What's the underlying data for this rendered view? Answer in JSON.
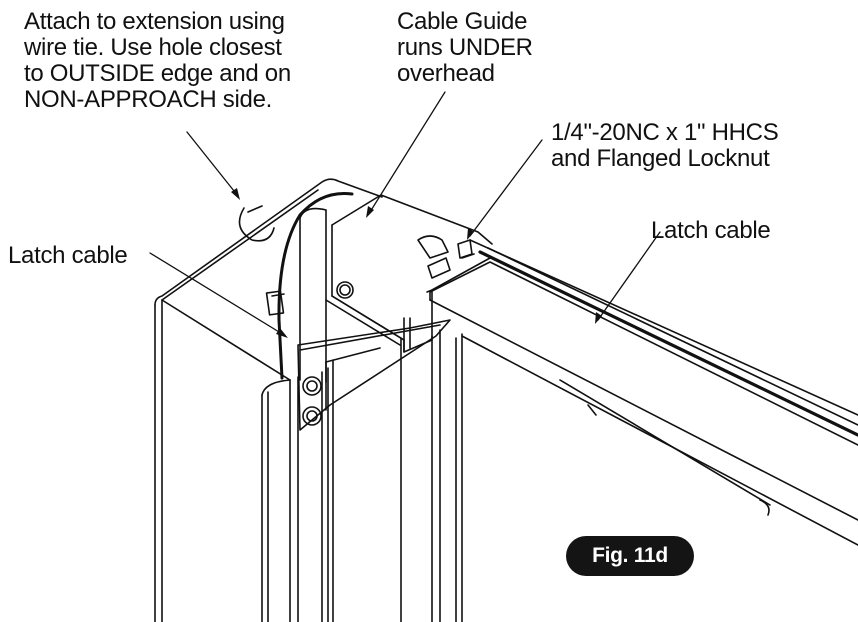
{
  "callouts": {
    "attach": [
      "Attach to extension using",
      "wire tie.  Use hole closest",
      "to OUTSIDE edge and on",
      "NON-APPROACH side."
    ],
    "cable_guide": [
      "Cable Guide",
      "runs UNDER",
      "overhead"
    ],
    "hardware": [
      "1/4\"-20NC x 1\" HHCS",
      "and Flanged Locknut"
    ],
    "latch_cable_right": "Latch cable",
    "latch_cable_left": "Latch cable"
  },
  "figure_label": "Fig. 11d",
  "colors": {
    "ink": "#111111",
    "badge_bg": "#141414",
    "badge_text": "#ffffff"
  }
}
